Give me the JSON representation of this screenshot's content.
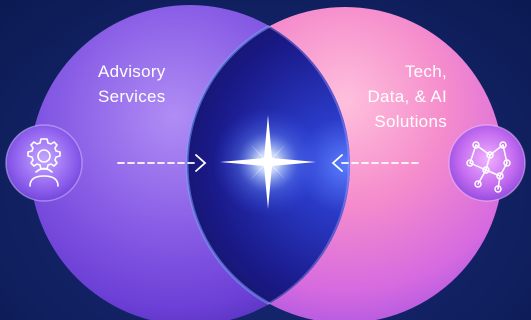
{
  "diagram": {
    "left_circle": {
      "label_lines": [
        "Advisory",
        "Services"
      ],
      "icon": "gear-head-person-icon"
    },
    "right_circle": {
      "label_lines": [
        "Tech,",
        "Data, & AI",
        "Solutions"
      ],
      "icon": "network-nodes-icon"
    },
    "center": {
      "icon": "star-burst-icon"
    },
    "arrows": [
      "dashed-arrow-right",
      "dashed-arrow-left"
    ]
  },
  "colors": {
    "background": "#10205a",
    "left_circle": "#7a4fe0",
    "right_circle": "#f07ad0",
    "overlap": "#1a1a8a",
    "star": "#ffffff"
  }
}
